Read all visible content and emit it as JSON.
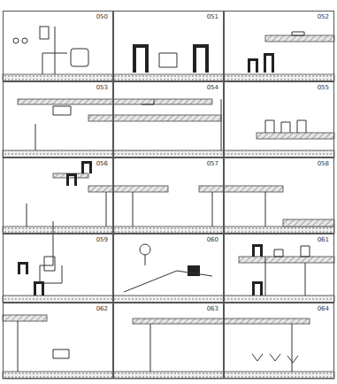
{
  "diagram": {
    "nodes": [
      {
        "text": [
          "050"
        ]
      },
      {
        "text": [
          "051"
        ]
      },
      {
        "text": [
          "052"
        ]
      },
      {
        "text": [
          "053"
        ]
      },
      {
        "text": [
          "054"
        ]
      },
      {
        "text": [
          "055"
        ]
      },
      {
        "text": [
          "056"
        ]
      },
      {
        "text": [
          "057"
        ]
      },
      {
        "text": [
          "058"
        ]
      },
      {
        "text": [
          "059"
        ]
      },
      {
        "text": [
          "060"
        ]
      },
      {
        "text": [
          "061"
        ]
      },
      {
        "text": [
          "062"
        ]
      },
      {
        "text": [
          "063"
        ]
      },
      {
        "text": [
          "064"
        ]
      }
    ]
  }
}
